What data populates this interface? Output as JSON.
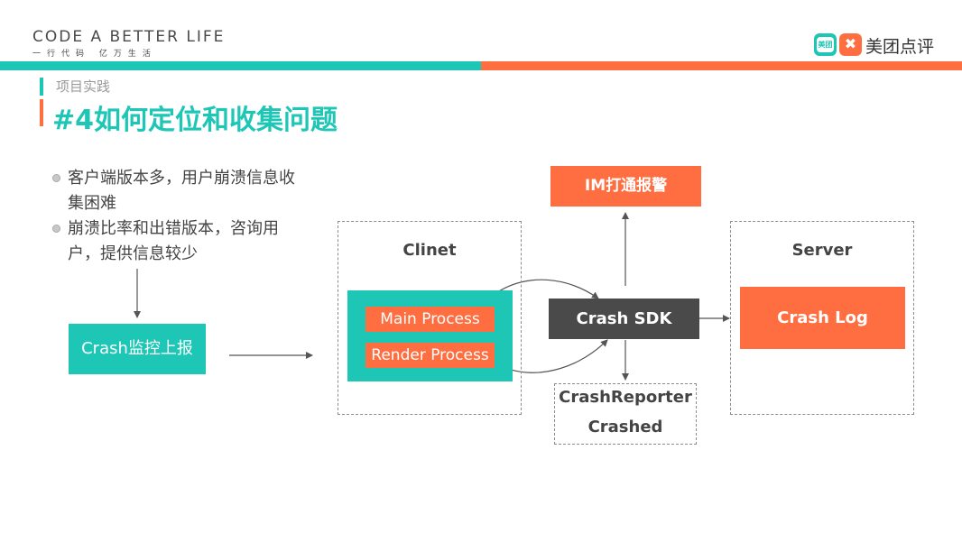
{
  "header": {
    "brand_title": "CODE A BETTER LIFE",
    "brand_subtitle": "一行代码 亿万生活",
    "logo_icon_text": "美团",
    "logo_text": "美团点评"
  },
  "section_label": "项目实践",
  "title": "#4如何定位和收集问题",
  "bullets": [
    "客户端版本多，用户崩溃信息收集困难",
    "崩溃比率和出错版本，咨询用户，提供信息较少"
  ],
  "diagram": {
    "crash_report": "Crash监控上报",
    "client_title": "Clinet",
    "main_process": "Main Process",
    "render_process": "Render Process",
    "crash_sdk": "Crash SDK",
    "im_alert": "IM打通报警",
    "server_title": "Server",
    "crash_log": "Crash Log",
    "reporter_line1": "CrashReporter",
    "reporter_line2": "Crashed"
  },
  "colors": {
    "teal": "#1ec6b6",
    "orange": "#ff6e40",
    "dark_gray": "#4a4a4a"
  }
}
